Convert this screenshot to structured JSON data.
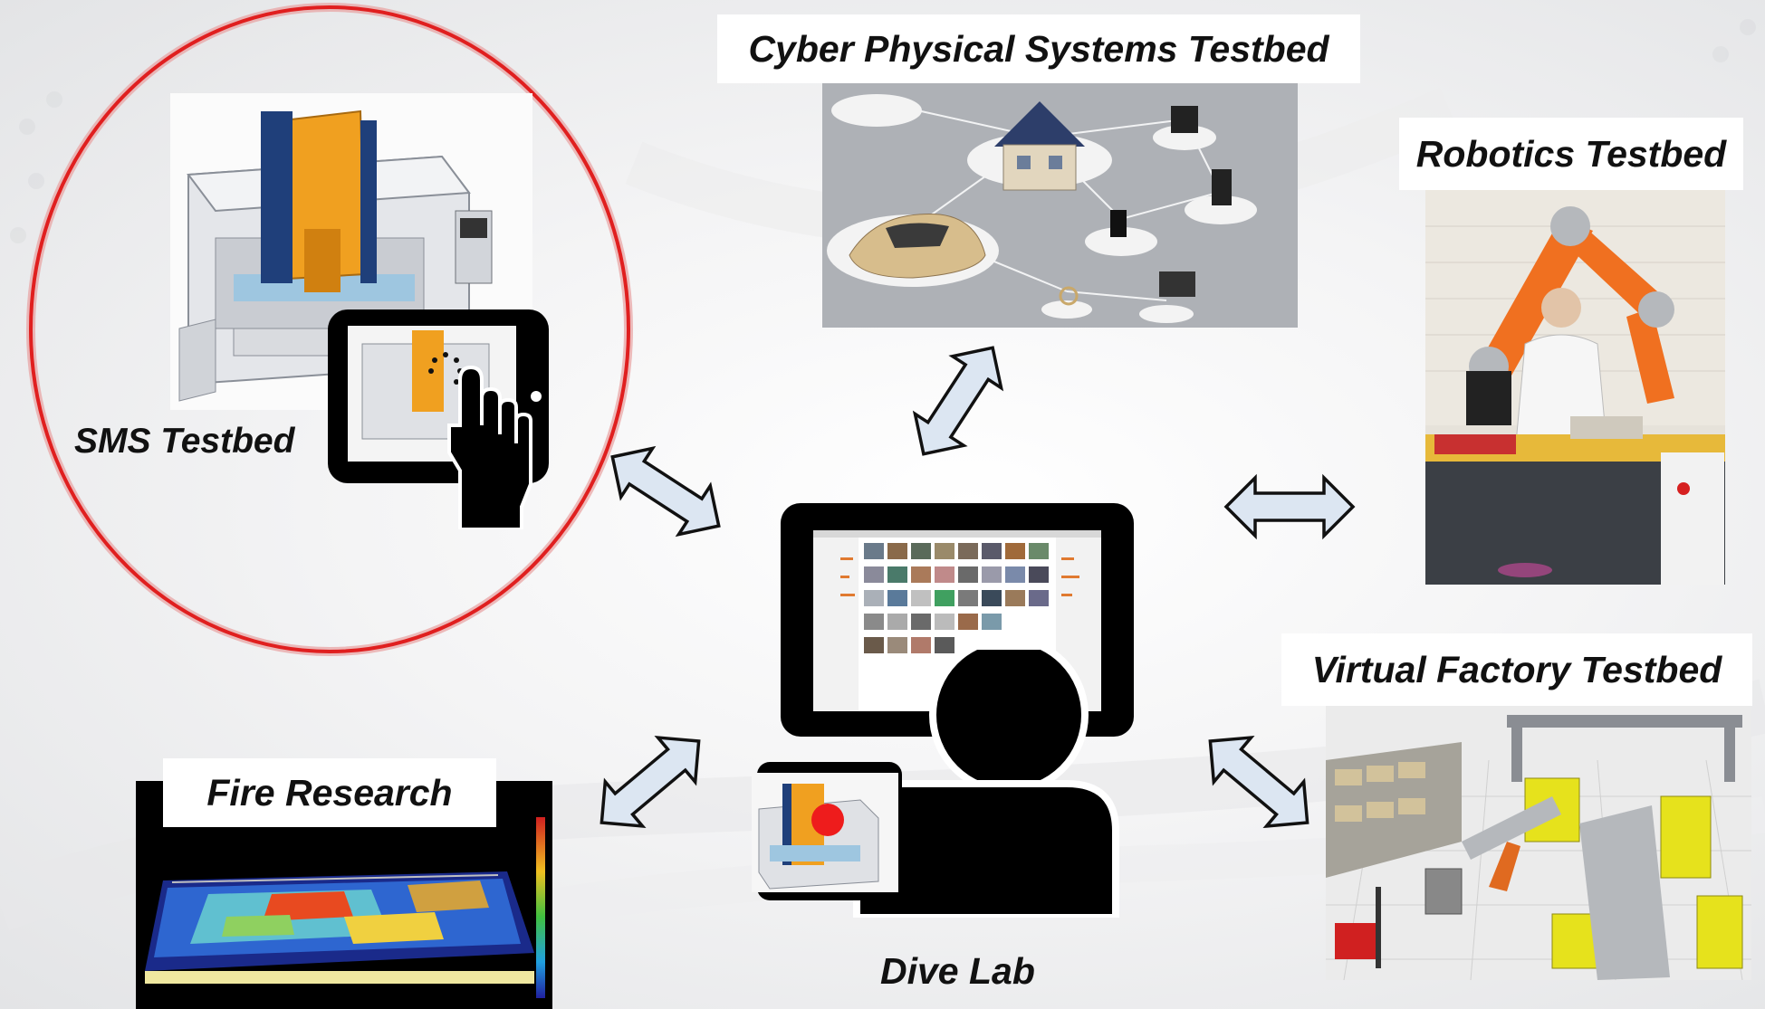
{
  "diagram": {
    "center_label": "Dive Lab",
    "nodes": [
      {
        "id": "sms",
        "label": "SMS Testbed"
      },
      {
        "id": "cps",
        "label": "Cyber Physical Systems Testbed"
      },
      {
        "id": "robotics",
        "label": "Robotics Testbed"
      },
      {
        "id": "virtual",
        "label": "Virtual Factory Testbed"
      },
      {
        "id": "fire",
        "label": "Fire Research"
      }
    ],
    "highlighted_node": "sms",
    "connections": "bidirectional",
    "colors": {
      "arrow_fill": "#dce6f2",
      "arrow_stroke": "#111111",
      "highlight_ring": "#e01f1f",
      "machine_orange": "#f0a020",
      "icon_black": "#000000"
    }
  }
}
